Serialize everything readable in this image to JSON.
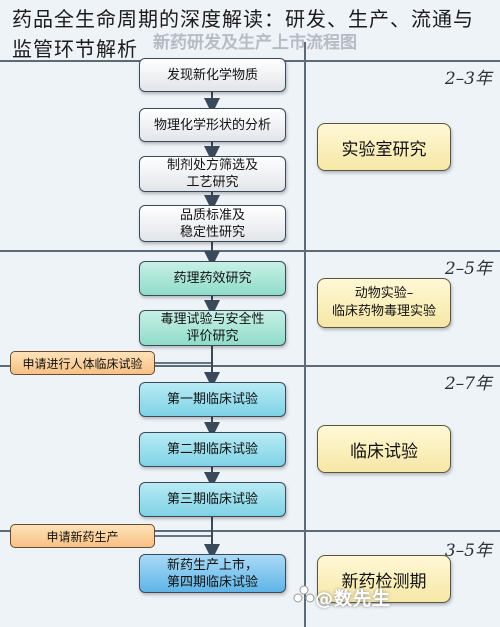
{
  "header": {
    "title": "药品全生命周期的深度解读：研发、生产、流通与监管环节解析"
  },
  "diagram": {
    "title": "新药研发及生产上市流程图",
    "periods": [
      "2–3年",
      "2–5年",
      "2–7年",
      "3–5年"
    ],
    "steps": [
      {
        "label": "发现新化学物质",
        "color": "gray"
      },
      {
        "label": "物理化学形状的分析",
        "color": "gray"
      },
      {
        "label": "制剂处方筛选及\n工艺研究",
        "color": "gray"
      },
      {
        "label": "品质标准及\n稳定性研究",
        "color": "gray"
      },
      {
        "label": "药理药效研究",
        "color": "green"
      },
      {
        "label": "毒理试验与安全性\n评价研究",
        "color": "green"
      },
      {
        "label": "第一期临床试验",
        "color": "cyan"
      },
      {
        "label": "第二期临床试验",
        "color": "cyan"
      },
      {
        "label": "第三期临床试验",
        "color": "cyan"
      },
      {
        "label": "新药生产上市，\n第四期临床试验",
        "color": "blue"
      }
    ],
    "phases": [
      {
        "label": "实验室研究"
      },
      {
        "label": "动物实验–\n临床药物毒理实验"
      },
      {
        "label": "临床试验"
      },
      {
        "label": "新药检测期"
      }
    ],
    "applications": [
      {
        "label": "申请进行人体临床试验"
      },
      {
        "label": "申请新药生产"
      }
    ]
  },
  "watermark": {
    "text": "@数先生"
  }
}
